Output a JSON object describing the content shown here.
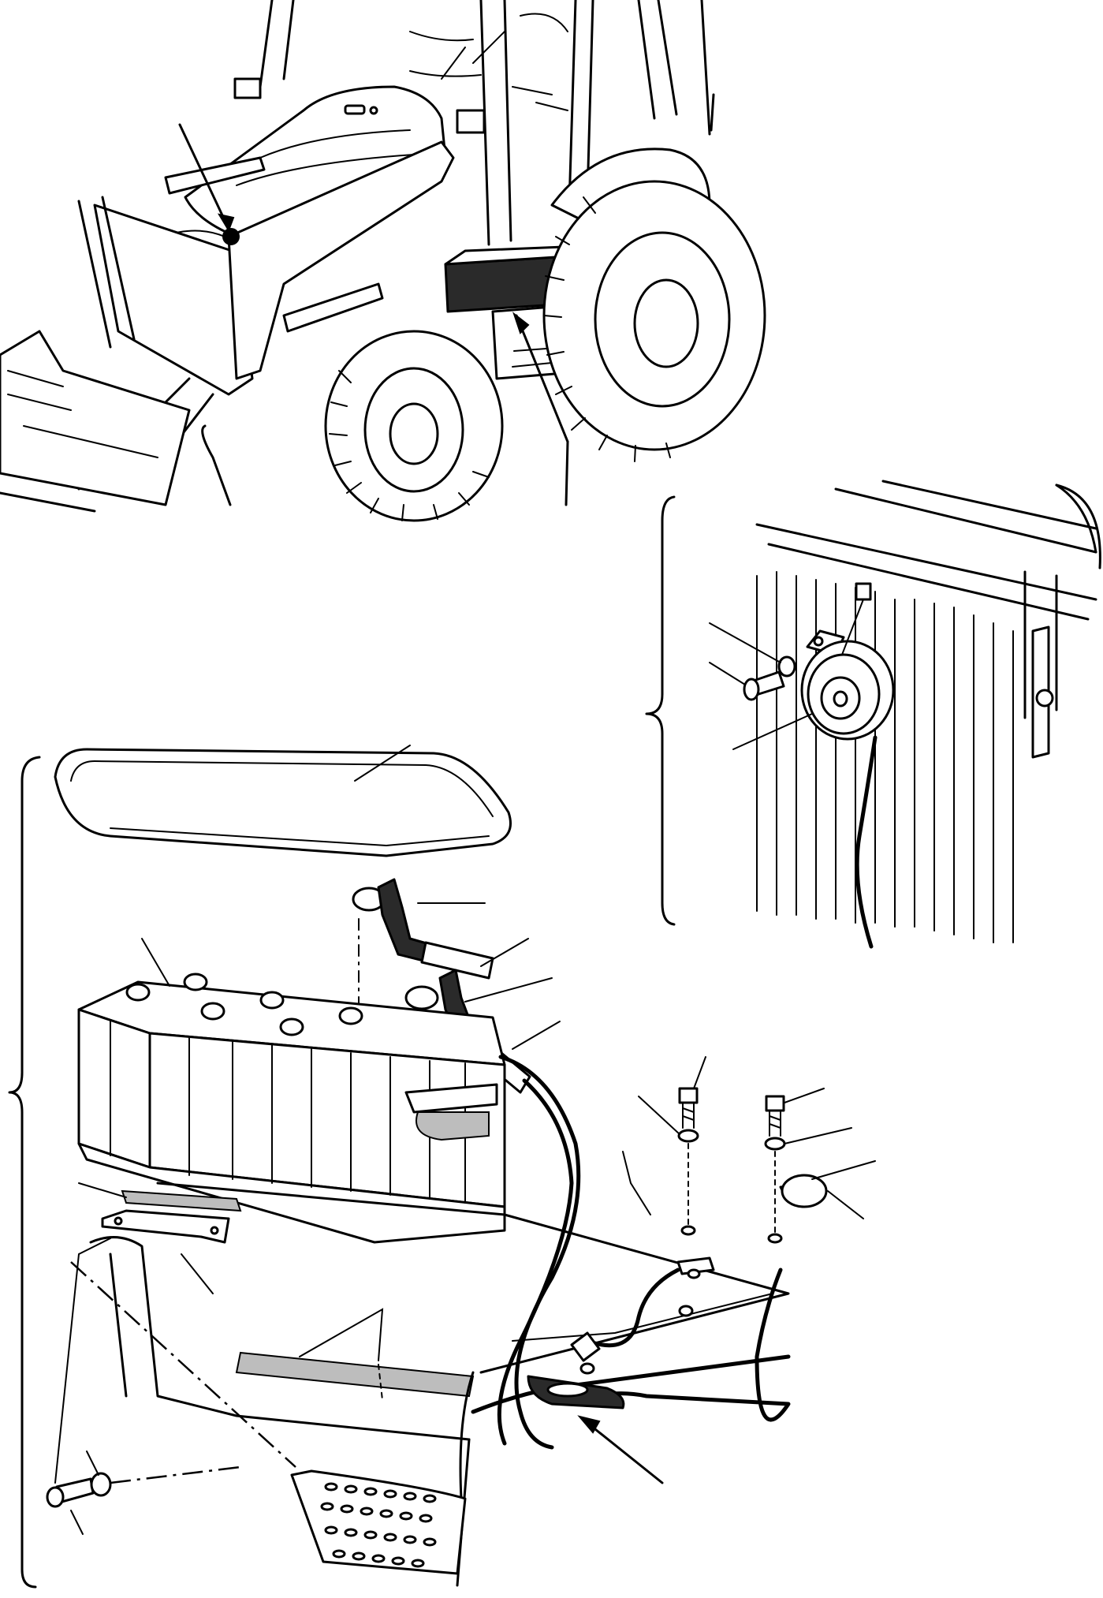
{
  "figure": {
    "views": [
      "machine-overview",
      "horn-detail",
      "battery-exploded"
    ],
    "icons": [
      "loader-machine-icon",
      "battery-icon",
      "horn-icon",
      "bolt-icon",
      "washer-icon",
      "cable-icon",
      "step-icon"
    ]
  }
}
